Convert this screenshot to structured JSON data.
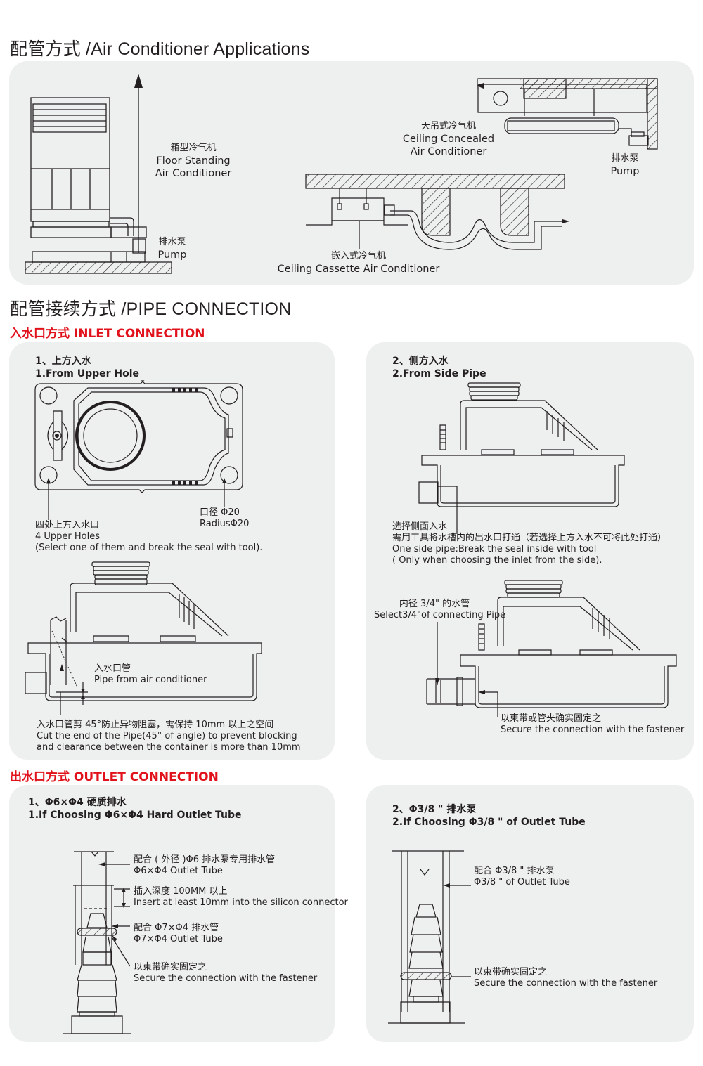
{
  "sections": {
    "applications_title": "配管方式 /Air Conditioner Applications",
    "pipe_connection_title": "配管接续方式 /PIPE CONNECTION",
    "inlet_title": "入水口方式 INLET CONNECTION",
    "outlet_title": "出水口方式 OUTLET CONNECTION"
  },
  "applications": {
    "floor_standing": {
      "cn": "箱型冷气机",
      "en1": "Floor Standing",
      "en2": "Air Conditioner"
    },
    "floor_pump": {
      "cn": "排水泵",
      "en": "Pump"
    },
    "ceiling_concealed": {
      "cn": "天吊式冷气机",
      "en1": "Ceiling Concealed",
      "en2": "Air Conditioner"
    },
    "ceiling_pump": {
      "cn": "排水泵",
      "en": "Pump"
    },
    "ceiling_cassette": {
      "cn": "嵌入式冷气机",
      "en": "Ceiling Cassette Air Conditioner"
    }
  },
  "inlet": {
    "upper": {
      "title_cn": "1、上方入水",
      "title_en": "1.From Upper Hole",
      "radius_cn": "口径 Φ20",
      "radius_en": "RadiusΦ20",
      "holes_cn": "四处上方入水口",
      "holes_en": "4 Upper Holes",
      "holes_note": "(Select one of them and break the seal with tool).",
      "pipe_cn": "入水口管",
      "pipe_en": "Pipe from air conditioner",
      "cut_cn": "入水口管剪 45°防止异物阻塞，需保持 10mm 以上之空间",
      "cut_en1": "Cut the end of the Pipe(45° of angle) to prevent blocking",
      "cut_en2": "and clearance between the container is more than 10mm"
    },
    "side": {
      "title_cn": "2、侧方入水",
      "title_en": "2.From Side Pipe",
      "select_cn": "选择侧面入水",
      "tool_cn": "需用工具将水槽内的出水口打通（若选择上方入水不可将此处打通）",
      "tool_en1": "One side pipe:Break the seal inside with tool",
      "tool_en2": "( Only when choosing the inlet from the side).",
      "pipe_cn": "内径 3/4\" 的水管",
      "pipe_en": "Select3/4\"of connecting Pipe",
      "fasten_cn": "以束带或管夹确实固定之",
      "fasten_en": "Secure the connection with the fastener"
    }
  },
  "outlet": {
    "hard": {
      "title_cn": "1、Φ6×Φ4 硬质排水",
      "title_en": "1.If Choosing Φ6×Φ4 Hard Outlet Tube",
      "tube6_cn": "配合 ( 外径 )Φ6 排水泵专用排水管",
      "tube6_en": "Φ6×Φ4 Outlet Tube",
      "depth_cn": "插入深度 100MM 以上",
      "depth_en": "Insert at least 10mm into the silicon connector",
      "tube7_cn": "配合 Φ7×Φ4 排水管",
      "tube7_en": "Φ7×Φ4 Outlet Tube",
      "fasten_cn": "以束带确实固定之",
      "fasten_en": "Secure the connection with the fastener"
    },
    "soft": {
      "title_cn": "2、Φ3/8 \" 排水泵",
      "title_en": "2.If Choosing Φ3/8 \" of Outlet Tube",
      "tube_cn": "配合 Φ3/8 \" 排水泵",
      "tube_en": "Φ3/8 \" of Outlet Tube",
      "fasten_cn": "以束带确实固定之",
      "fasten_en": "Secure the connection with the fastener"
    }
  }
}
